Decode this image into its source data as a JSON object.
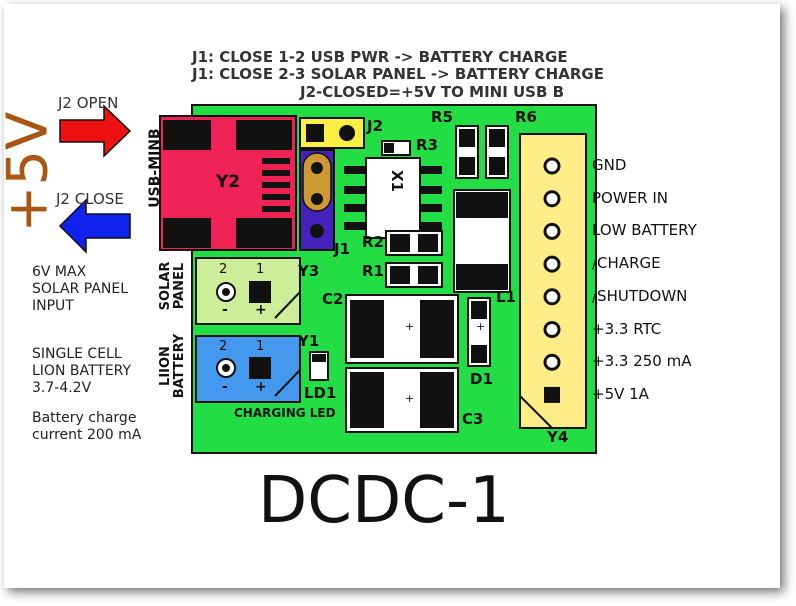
{
  "header": {
    "line1": "J1: CLOSE 1-2 USB PWR -> BATTERY CHARGE",
    "line2": "J1: CLOSE 2-3 SOLAR PANEL -> BATTERY CHARGE",
    "line3": "J2-CLOSED=+5V TO MINI USB B"
  },
  "left": {
    "j2_open": "J2 OPEN",
    "j2_close": "J2 CLOSE",
    "plus5v": "+5V",
    "solar_note": [
      "6V MAX",
      "SOLAR PANEL",
      "INPUT"
    ],
    "battery_note": [
      "SINGLE CELL",
      "LION BATTERY",
      "3.7-4.2V"
    ],
    "charge_note": [
      "Battery charge",
      "current 200 mA"
    ]
  },
  "board": {
    "usb_label": "USB-MINB",
    "y2": "Y2",
    "solar_label": [
      "SOLAR",
      "PANEL"
    ],
    "y3": "Y3",
    "battery_label": [
      "LIION",
      "BATTERY"
    ],
    "y1": "Y1",
    "pin2": "2",
    "pin1": "1",
    "minus": "-",
    "plus": "+",
    "j2": "J2",
    "j1": "J1",
    "x1": "X1",
    "r3": "R3",
    "r5": "R5",
    "r6": "R6",
    "r2": "R2",
    "r1": "R1",
    "c2": "C2",
    "c3": "C3",
    "l1": "L1",
    "d1": "D1",
    "ld1": "LD1",
    "y4": "Y4",
    "charging_led": "CHARGING LED",
    "cap_plus": "+"
  },
  "pins": [
    "GND",
    "POWER IN",
    "LOW BATTERY",
    "/CHARGE",
    "/SHUTDOWN",
    "+3.3 RTC",
    "+3.3 250 mA",
    "+5V 1A"
  ],
  "title": "DCDC-1",
  "colors": {
    "board": "#22dd44",
    "usb": "#ee2255",
    "solar_conn": "#ccee99",
    "battery_conn": "#4499ee",
    "header_y4": "#ffee88",
    "arrow_red": "#ee1111",
    "arrow_blue": "#1122ee",
    "plus5v": "#aa5511"
  }
}
